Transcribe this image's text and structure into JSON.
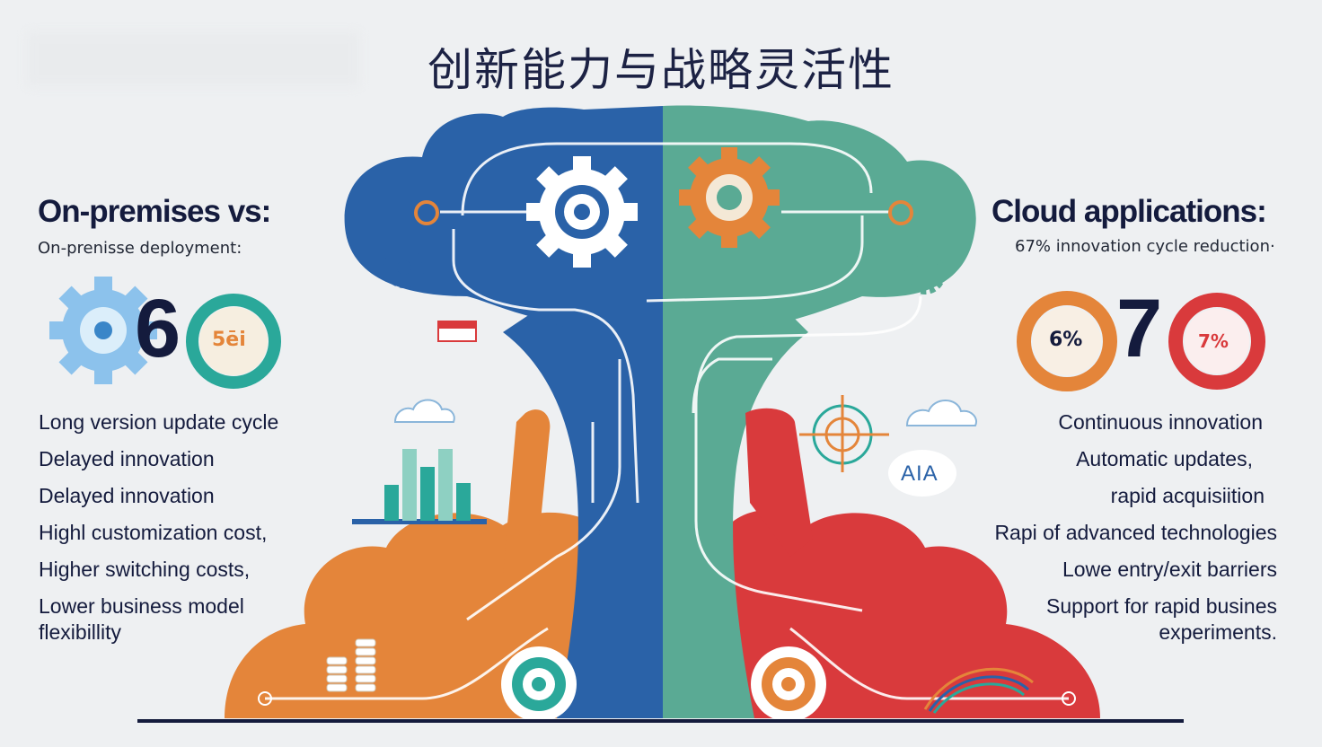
{
  "title": "创新能力与战略灵活性",
  "left": {
    "heading": "On-premises vs:",
    "subtitle": "On-prenisse deployment:",
    "big_number": "6",
    "donut_label": "5ēi",
    "items": [
      "Long version update cycle",
      "Delayed innovation",
      "Delayed innovation",
      "Highl customization cost,",
      "Higher switching costs,",
      "Lower business model",
      "flexibillity"
    ]
  },
  "right": {
    "heading": "Cloud applications:",
    "subtitle": "67% innovation cycle reduction·",
    "big_number": "7",
    "donut_left_label": "6%",
    "donut_right_label": "7%",
    "items": [
      "Continuous innovation",
      "Automatic updates,",
      "rapid acquisiition",
      "Rapi of advanced technologies",
      "Lowe entry/exit barriers",
      "Support for rapid busines",
      "experiments."
    ]
  },
  "center": {
    "ai_badge": "AIA"
  },
  "colors": {
    "navy": "#141b3d",
    "blue": "#2a62a8",
    "green": "#5aaa94",
    "orange": "#e4853a",
    "red": "#d93a3c",
    "teal": "#2aa89a"
  }
}
